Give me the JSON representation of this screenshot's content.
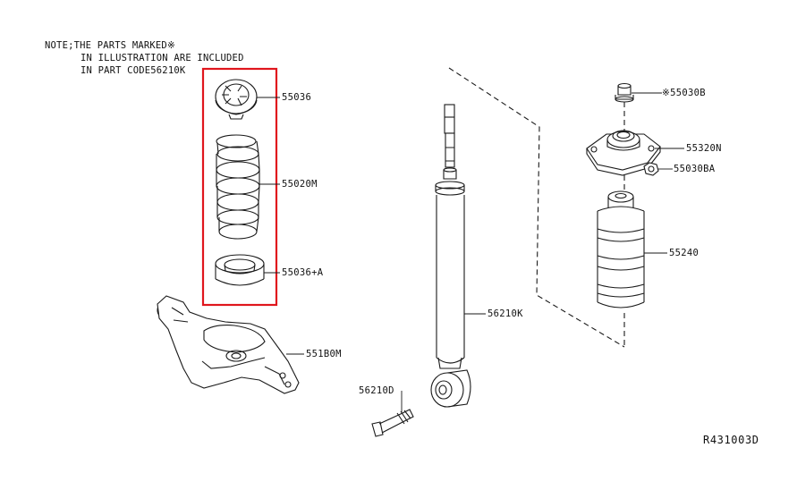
{
  "note": {
    "line1": "NOTE;THE PARTS MARKED※",
    "line2": "IN ILLUSTRATION ARE INCLUDED",
    "line3": "IN PART CODE56210K"
  },
  "callouts": {
    "mount_plate": "55036",
    "coil_spring": "55020M",
    "lower_seat": "55036+A",
    "lower_arm": "551B0M",
    "shock_absorber": "56210K",
    "bolt": "56210D",
    "top_nut": "※55030B",
    "mounting_insulator": "55320N",
    "nut": "55030BA",
    "bound_bumper": "55240"
  },
  "reference_code": "R431003D",
  "colors": {
    "highlight_box": "#e0161d",
    "line": "#1a1a1a"
  }
}
